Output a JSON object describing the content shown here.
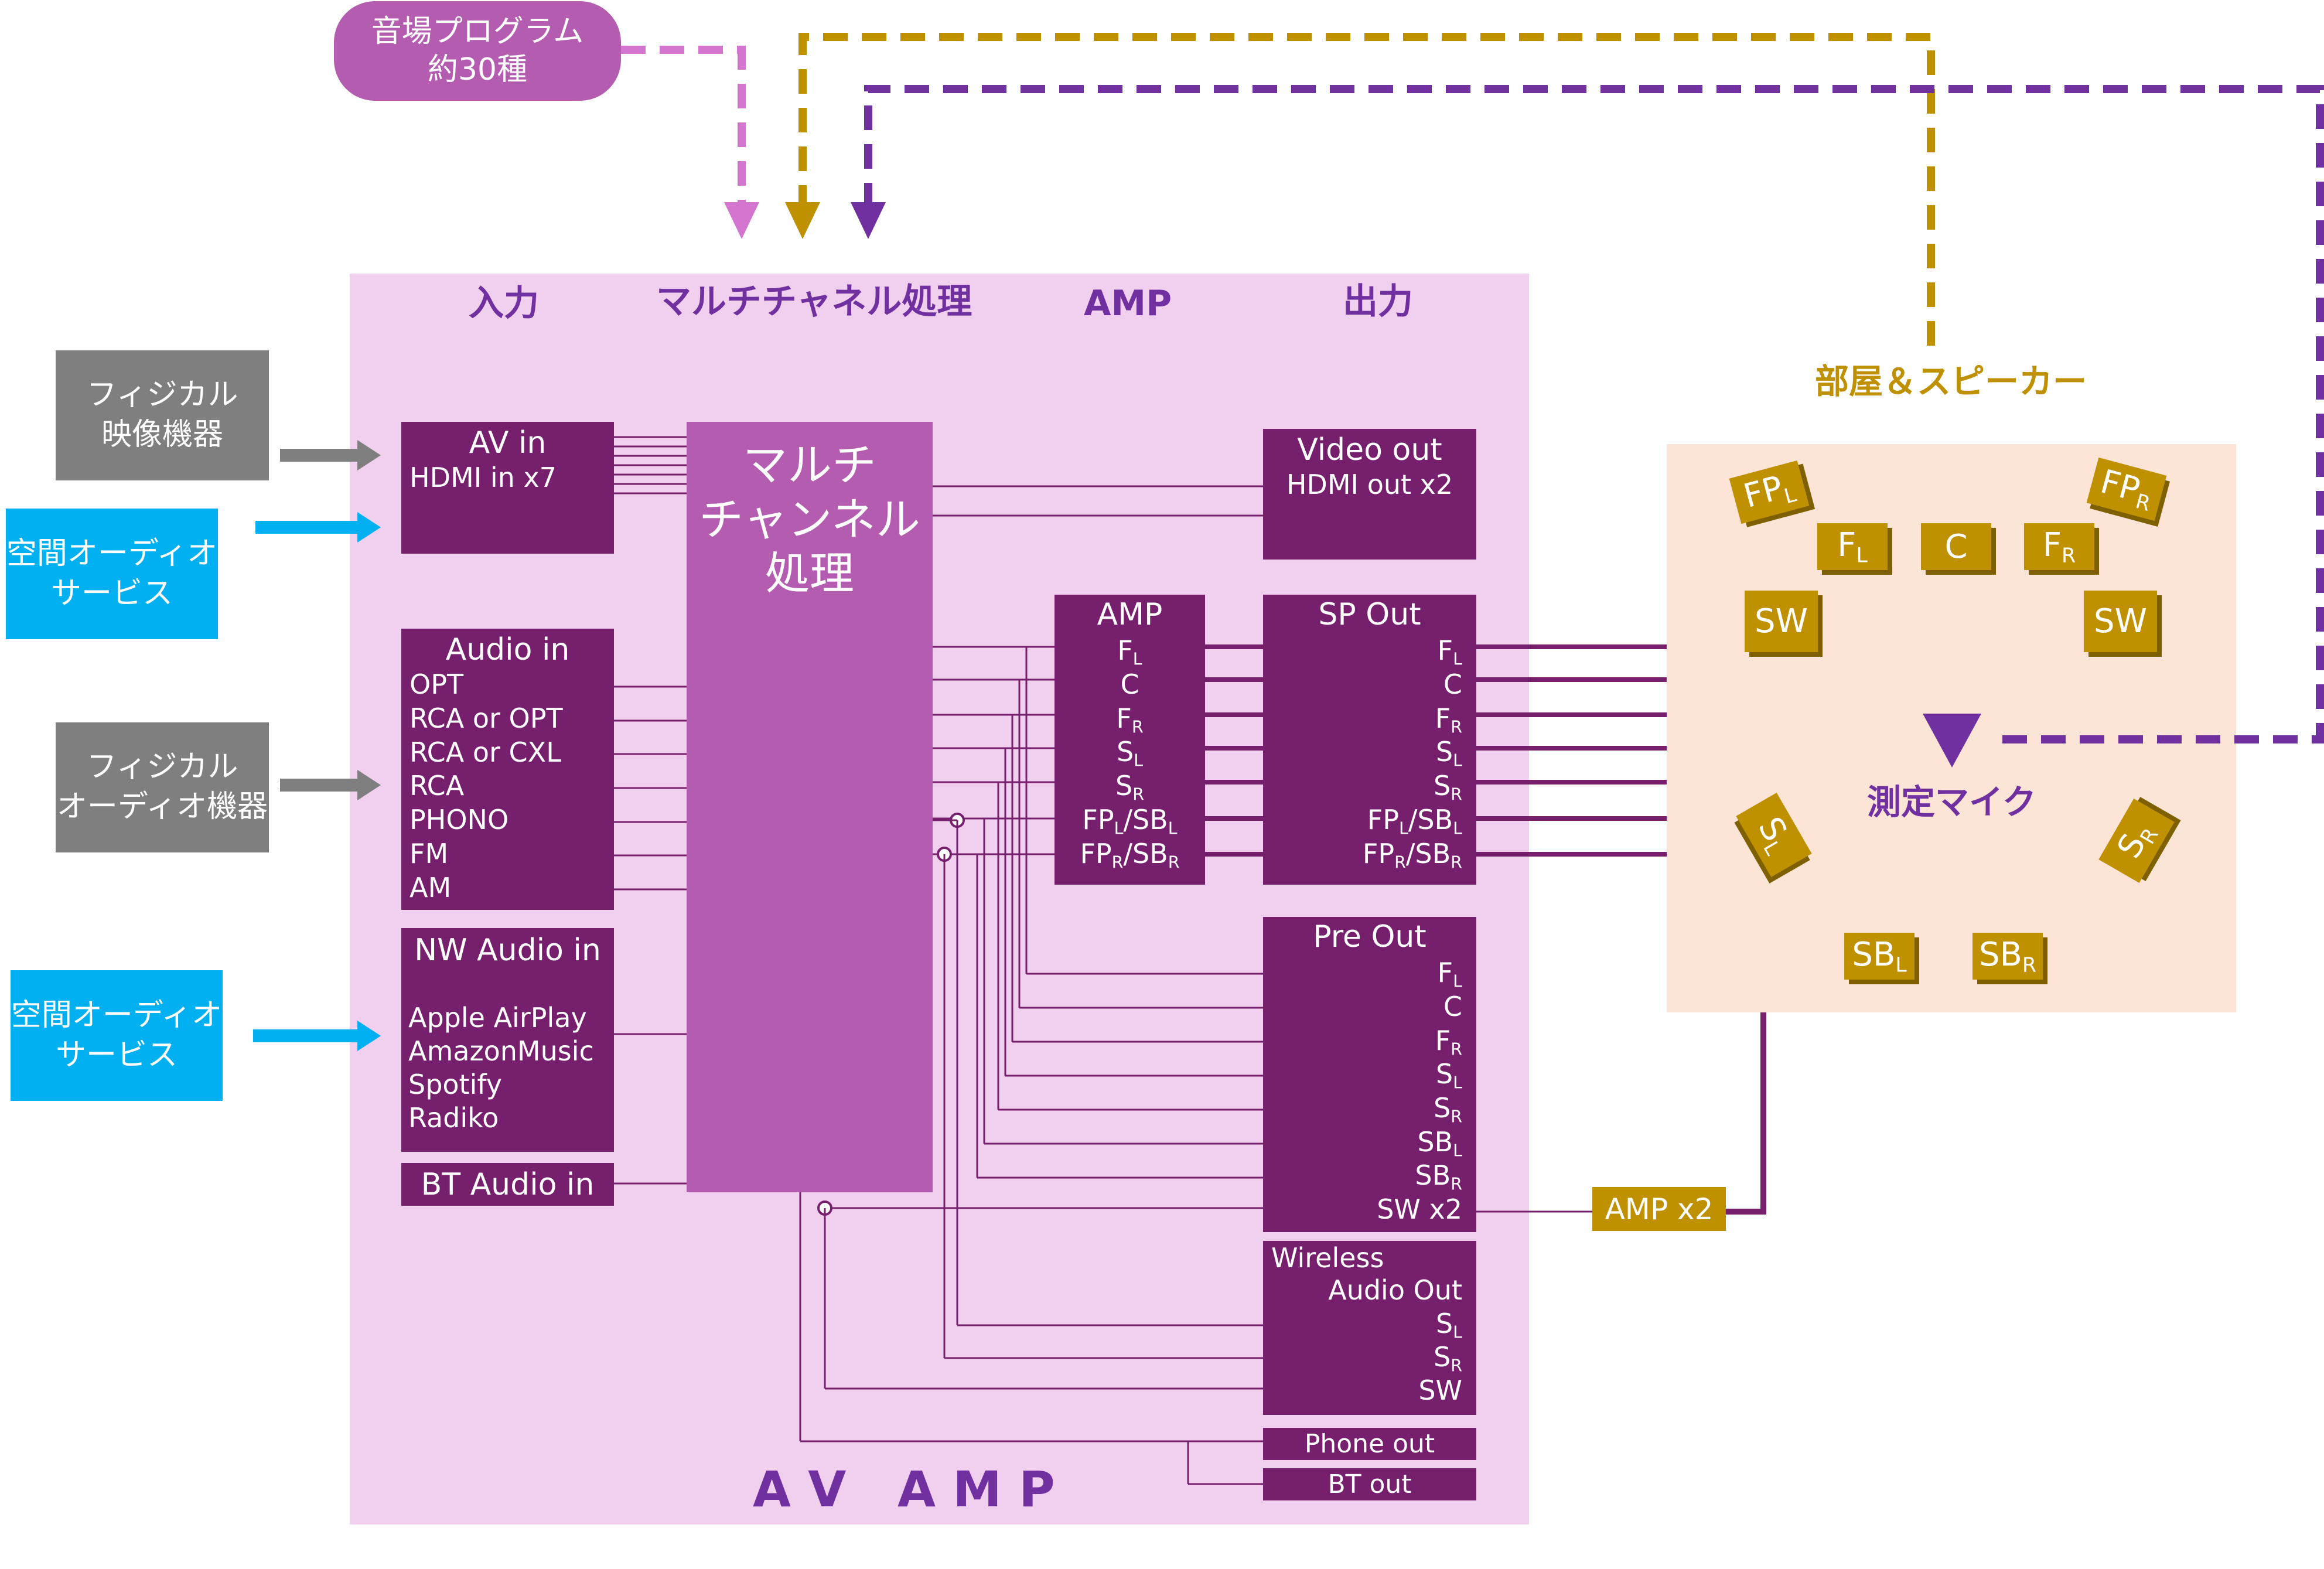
{
  "top_source": "音場プログラム\n約30種",
  "headers": {
    "input": "入力",
    "processing": "マルチチャネル処理",
    "amp": "AMP",
    "output": "出力"
  },
  "room_label": "部屋＆スピーカー",
  "left_sources": {
    "physical_video": "フィジカル\n映像機器",
    "spatial_audio_1": "空間オーディオ\nサービス",
    "physical_audio": "フィジカル\nオーディオ機器",
    "spatial_audio_2": "空間オーディオ\nサービス"
  },
  "inputs": {
    "av_in": {
      "title": "AV in",
      "sub": "HDMI in x7"
    },
    "audio_in": {
      "title": "Audio in",
      "items": [
        "OPT",
        "RCA or OPT",
        "RCA or CXL",
        "RCA",
        "PHONO",
        "FM",
        "AM"
      ]
    },
    "nw_audio_in": {
      "title": "NW Audio in",
      "items": [
        "Apple AirPlay",
        "AmazonMusic",
        "Spotify",
        "Radiko"
      ]
    },
    "bt_audio_in": "BT Audio in"
  },
  "processor": "マルチ\nチャンネル\n処理",
  "amp_block": {
    "title": "AMP",
    "channels": [
      "F_L",
      "C",
      "F_R",
      "S_L",
      "S_R",
      "FP_L/SB_L",
      "FP_R/SB_R"
    ]
  },
  "outputs": {
    "video_out": {
      "title": "Video out",
      "sub": "HDMI out x2"
    },
    "sp_out": {
      "title": "SP Out",
      "channels": [
        "F_L",
        "C",
        "F_R",
        "S_L",
        "S_R",
        "FP_L/SB_L",
        "FP_R/SB_R"
      ]
    },
    "pre_out": {
      "title": "Pre Out",
      "channels": [
        "F_L",
        "C",
        "F_R",
        "S_L",
        "S_R",
        "SB_L",
        "SB_R",
        "SW x2"
      ]
    },
    "wireless_out": {
      "title": "Wireless",
      "title2": "Audio Out",
      "channels": [
        "S_L",
        "S_R",
        "SW"
      ]
    },
    "phone_out": "Phone out",
    "bt_out": "BT out"
  },
  "room": {
    "speakers": [
      "FP_L",
      "FP_R",
      "F_L",
      "C",
      "F_R",
      "SW",
      "SW",
      "S_L",
      "S_R",
      "SB_L",
      "SB_R"
    ],
    "mic_label": "測定マイク"
  },
  "amp_x2": "AMP x2",
  "footer": "A V   A M P",
  "colors": {
    "dark_purple": "#761f6d",
    "light_purple": "#b45cb0",
    "panel": "#f1cfee",
    "gold": "#bf9000",
    "room_bg": "#fce4d6",
    "cyan": "#00b0f0",
    "gray": "#7f7f7f",
    "header_text": "#7030a0",
    "arrow_pink": "#d374cf",
    "arrow_violet": "#7030a0"
  }
}
